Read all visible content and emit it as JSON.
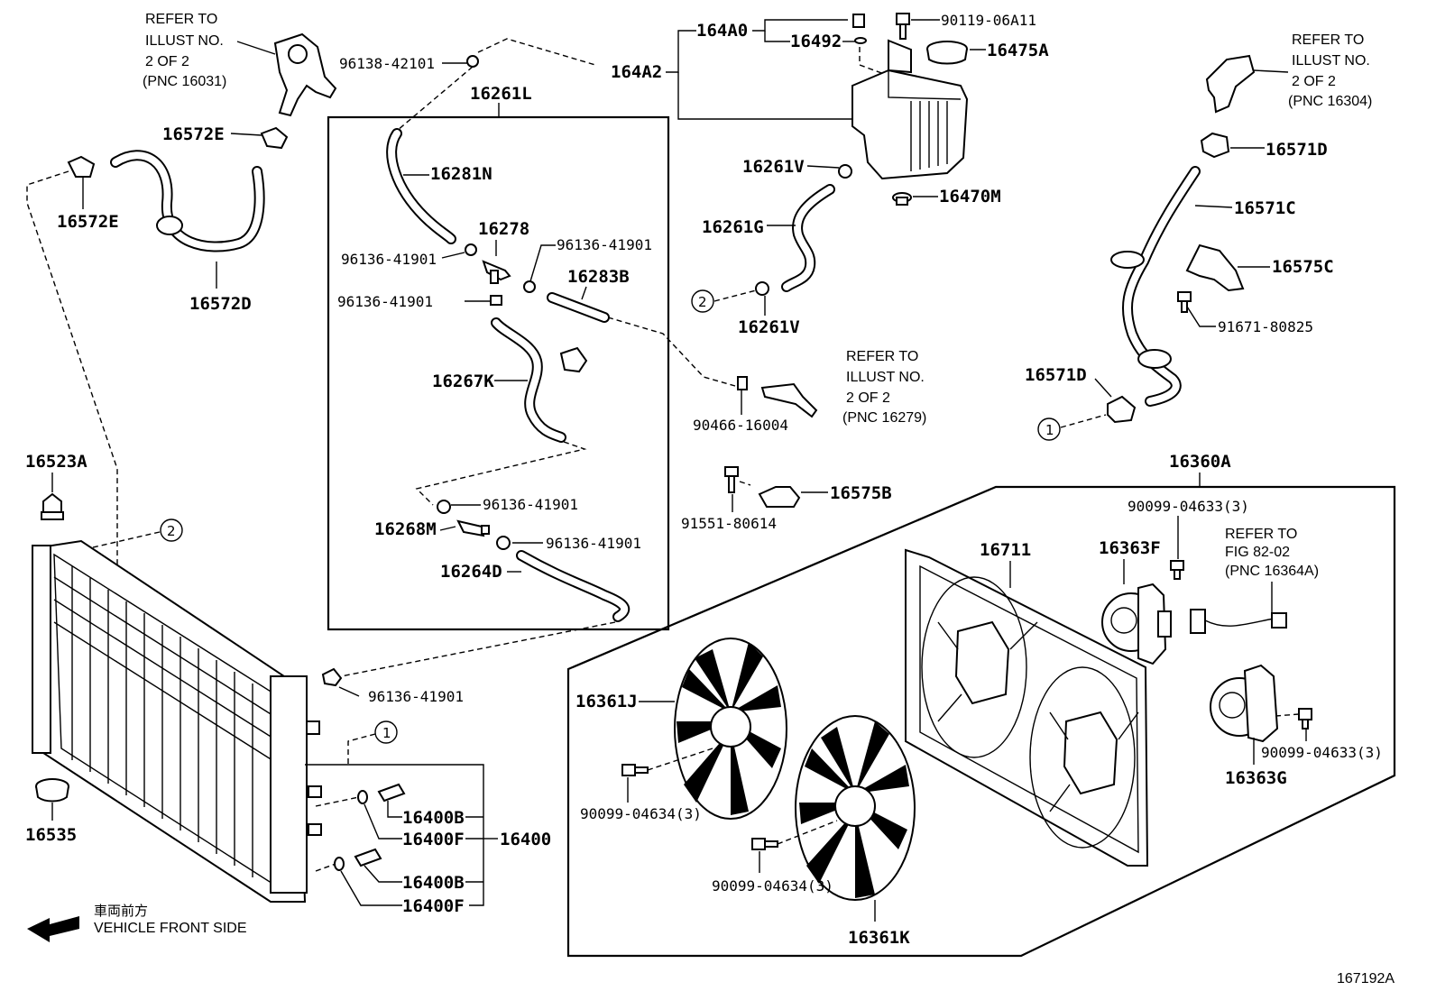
{
  "diagram_id": "167192A",
  "vehicle_front": {
    "jp": "車両前方",
    "en": "VEHICLE FRONT SIDE"
  },
  "circle_refs": {
    "one": "1",
    "two": "2"
  },
  "notes": {
    "ref_16031": [
      "REFER TO",
      "ILLUST NO.",
      "2 OF 2",
      "(PNC 16031)"
    ],
    "ref_16304": [
      "REFER TO",
      "ILLUST NO.",
      "2 OF 2",
      "(PNC 16304)"
    ],
    "ref_16279": [
      "REFER TO",
      "ILLUST NO.",
      "2 OF 2",
      "(PNC 16279)"
    ],
    "ref_16364A": [
      "REFER TO",
      "FIG 82-02",
      "(PNC 16364A)"
    ]
  },
  "labels": {
    "p16572E_a": "16572E",
    "p16572E_b": "16572E",
    "p16572D": "16572D",
    "p96138": "96138-42101",
    "p16261L": "16261L",
    "p16281N": "16281N",
    "p16278": "16278",
    "p96136_a": "96136-41901",
    "p96136_b": "96136-41901",
    "p96136_c": "96136-41901",
    "p16283B": "16283B",
    "p16267K": "16267K",
    "p96136_d": "96136-41901",
    "p16268M": "16268M",
    "p96136_e": "96136-41901",
    "p16264D": "16264D",
    "p96136_f": "96136-41901",
    "p164A0": "164A0",
    "p16492": "16492",
    "p90119": "90119-06A11",
    "p16475A": "16475A",
    "p164A2": "164A2",
    "p16261V_a": "16261V",
    "p16470M": "16470M",
    "p16261G": "16261G",
    "p16261V_b": "16261V",
    "p90466": "90466-16004",
    "p16571D_a": "16571D",
    "p16571C": "16571C",
    "p16575C": "16575C",
    "p91671": "91671-80825",
    "p16571D_b": "16571D",
    "p16575B": "16575B",
    "p91551": "91551-80614",
    "p16523A": "16523A",
    "p16535": "16535",
    "p16400B_a": "16400B",
    "p16400F_a": "16400F",
    "p16400": "16400",
    "p16400B_b": "16400B",
    "p16400F_b": "16400F",
    "p16360A": "16360A",
    "p90099_04633_a": "90099-04633(3)",
    "p16363F": "16363F",
    "p16711": "16711",
    "p16361J": "16361J",
    "p90099_04634_a": "90099-04634(3)",
    "p90099_04634_b": "90099-04634(3)",
    "p16361K": "16361K",
    "p90099_04633_b": "90099-04633(3)",
    "p16363G": "16363G"
  }
}
